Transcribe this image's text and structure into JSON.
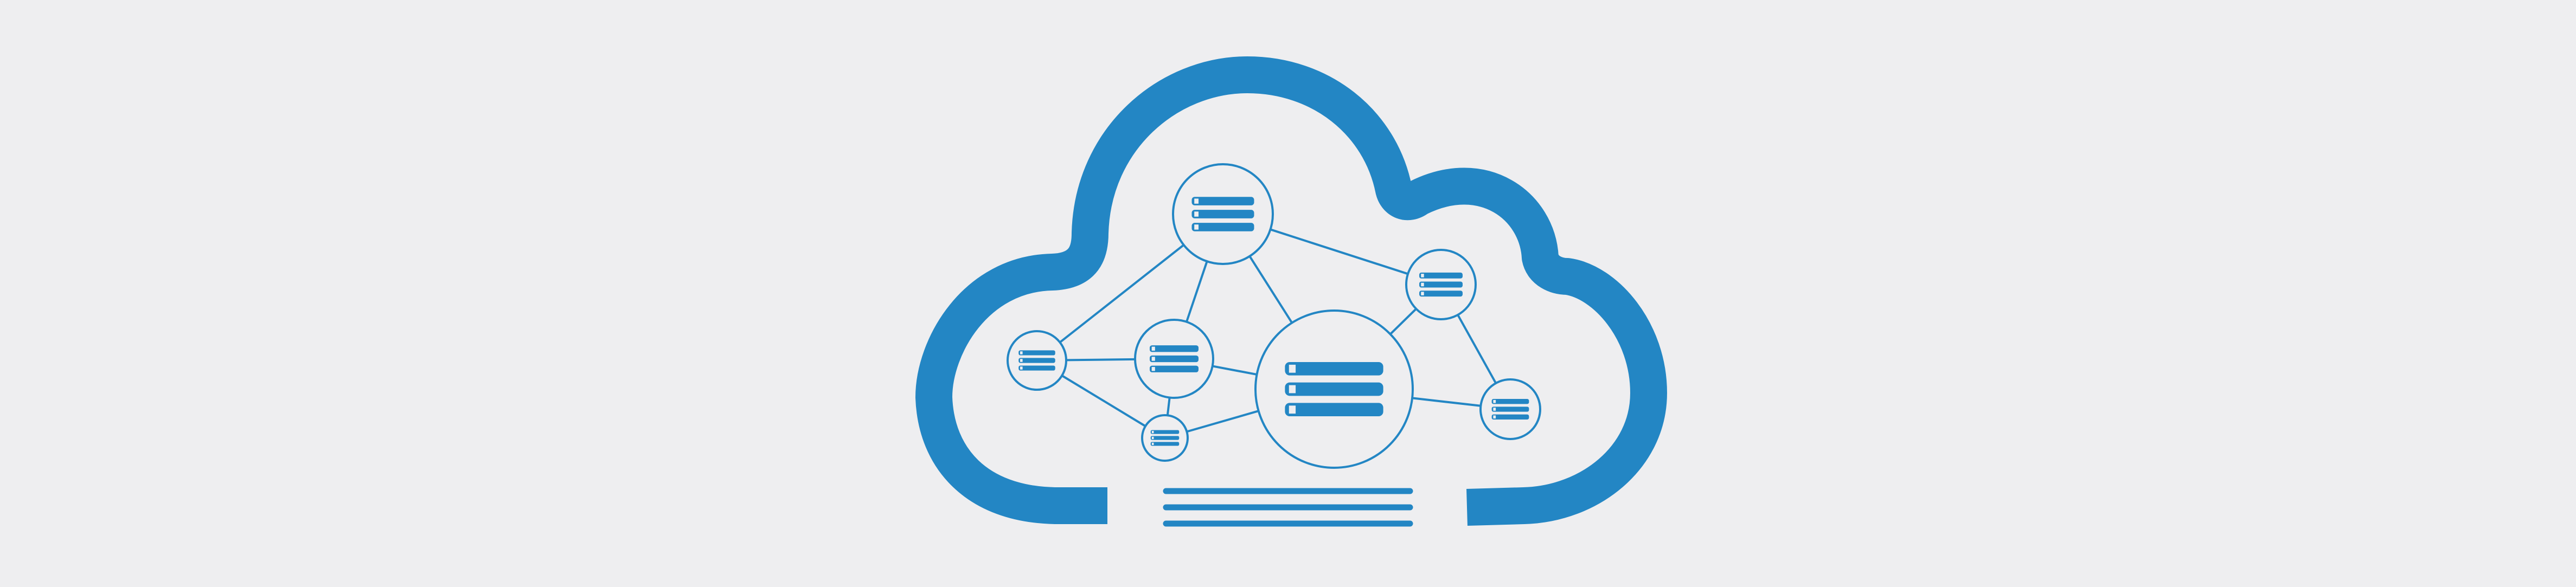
{
  "colors": {
    "background": "#eeeef0",
    "accent": "#2386c4"
  },
  "diagram": {
    "outline_icon": "cloud-outline-icon",
    "node_icon": "server-stack-icon",
    "nodes": [
      {
        "id": "top",
        "rack_units": 3
      },
      {
        "id": "upper-right",
        "rack_units": 3
      },
      {
        "id": "left",
        "rack_units": 3
      },
      {
        "id": "mid-left",
        "rack_units": 3
      },
      {
        "id": "bottom-left",
        "rack_units": 3
      },
      {
        "id": "center",
        "rack_units": 3
      },
      {
        "id": "right",
        "rack_units": 3
      }
    ],
    "links": [
      [
        "top",
        "left"
      ],
      [
        "top",
        "mid-left"
      ],
      [
        "top",
        "center"
      ],
      [
        "top",
        "upper-right"
      ],
      [
        "left",
        "mid-left"
      ],
      [
        "left",
        "bottom-left"
      ],
      [
        "mid-left",
        "bottom-left"
      ],
      [
        "mid-left",
        "center"
      ],
      [
        "bottom-left",
        "center"
      ],
      [
        "center",
        "upper-right"
      ],
      [
        "center",
        "right"
      ],
      [
        "upper-right",
        "right"
      ]
    ],
    "footer_lines": 3
  }
}
